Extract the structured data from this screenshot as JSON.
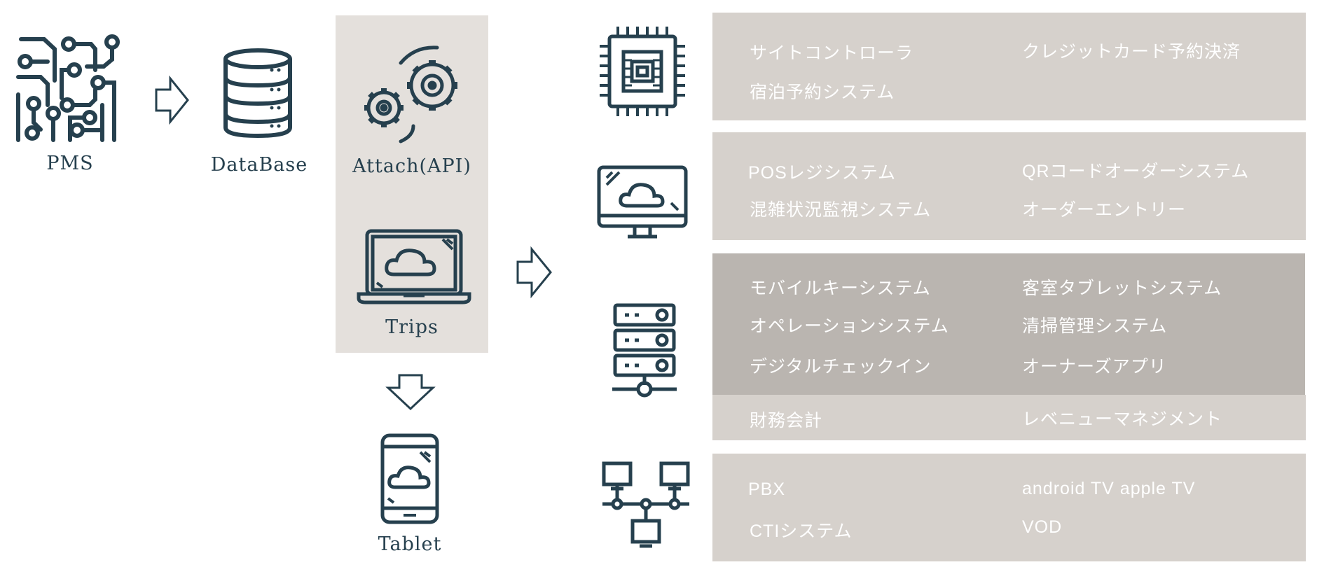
{
  "colors": {
    "icon": "#26404e",
    "panel": "#d6d1cc",
    "panel_dark": "#bab5b0",
    "api_box": "#e4e0dc",
    "panel_text": "#ffffff"
  },
  "flow": {
    "pms": {
      "label": "PMS",
      "icon": "circuit-icon"
    },
    "database": {
      "label": "DataBase",
      "icon": "database-icon"
    },
    "api": {
      "label": "Attach(API)",
      "icon": "gears-icon"
    },
    "trips": {
      "label": "Trips",
      "icon": "laptop-cloud-icon"
    },
    "tablet": {
      "label": "Tablet",
      "icon": "phone-cloud-icon"
    }
  },
  "groups": [
    {
      "icon": "cpu-icon",
      "items": [
        [
          "サイトコントローラ",
          "クレジットカード予約決済"
        ],
        [
          "宿泊予約システム",
          ""
        ]
      ]
    },
    {
      "icon": "monitor-cloud-icon",
      "items": [
        [
          "POSレジシステム",
          "QRコードオーダーシステム"
        ],
        [
          "混雑状況監視システム",
          "オーダーエントリー"
        ]
      ]
    },
    {
      "icon": "server-icon",
      "items": [
        [
          "モバイルキーシステム",
          "客室タブレットシステム"
        ],
        [
          "オペレーションシステム",
          "清掃管理システム"
        ],
        [
          "デジタルチェックイン",
          "オーナーズアプリ"
        ],
        [
          "財務会計",
          "レベニューマネジメント"
        ]
      ]
    },
    {
      "icon": "network-icon",
      "items": [
        [
          "PBX",
          "android TV apple TV"
        ],
        [
          "CTIシステム",
          "VOD"
        ]
      ]
    }
  ]
}
